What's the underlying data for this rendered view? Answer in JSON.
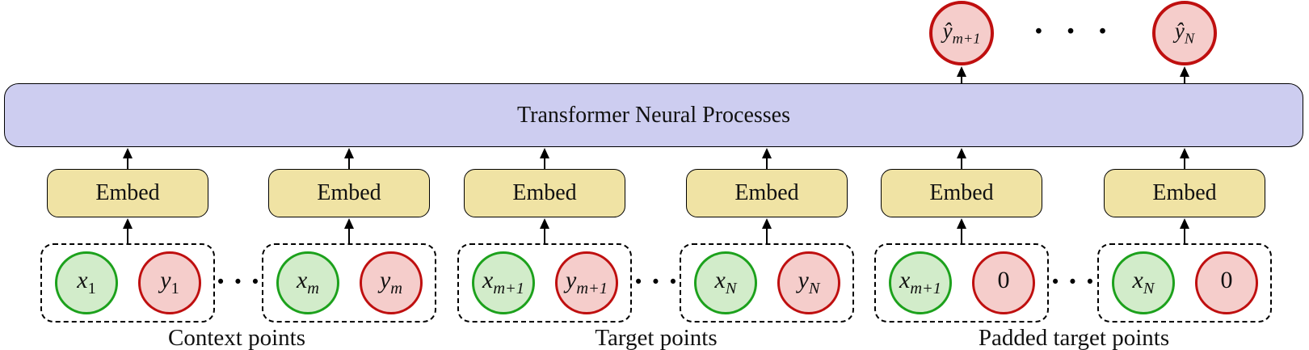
{
  "title": "Transformer Neural Processes",
  "embed_label": "Embed",
  "ellipsis": "•••",
  "colors": {
    "transformer_fill": "#cdcdf0",
    "embed_fill": "#f0e3a4",
    "x_fill": "#d2ecca",
    "x_stroke": "#1ca11c",
    "y_fill": "#f5cdcb",
    "y_stroke": "#bf0f0f"
  },
  "columns": [
    {
      "x_main": "x",
      "x_sub": "1",
      "y_main": "y",
      "y_sub": "1"
    },
    {
      "x_main": "x",
      "x_sub": "m",
      "y_main": "y",
      "y_sub": "m"
    },
    {
      "x_main": "x",
      "x_sub": "m+1",
      "y_main": "y",
      "y_sub": "m+1"
    },
    {
      "x_main": "x",
      "x_sub": "N",
      "y_main": "y",
      "y_sub": "N"
    },
    {
      "x_main": "x",
      "x_sub": "m+1",
      "y_main": "0",
      "y_sub": ""
    },
    {
      "x_main": "x",
      "x_sub": "N",
      "y_main": "0",
      "y_sub": ""
    }
  ],
  "outputs": [
    {
      "main": "ŷ",
      "sub": "m+1"
    },
    {
      "main": "ŷ",
      "sub": "N"
    }
  ],
  "section_labels": [
    "Context points",
    "Target points",
    "Padded target points"
  ]
}
